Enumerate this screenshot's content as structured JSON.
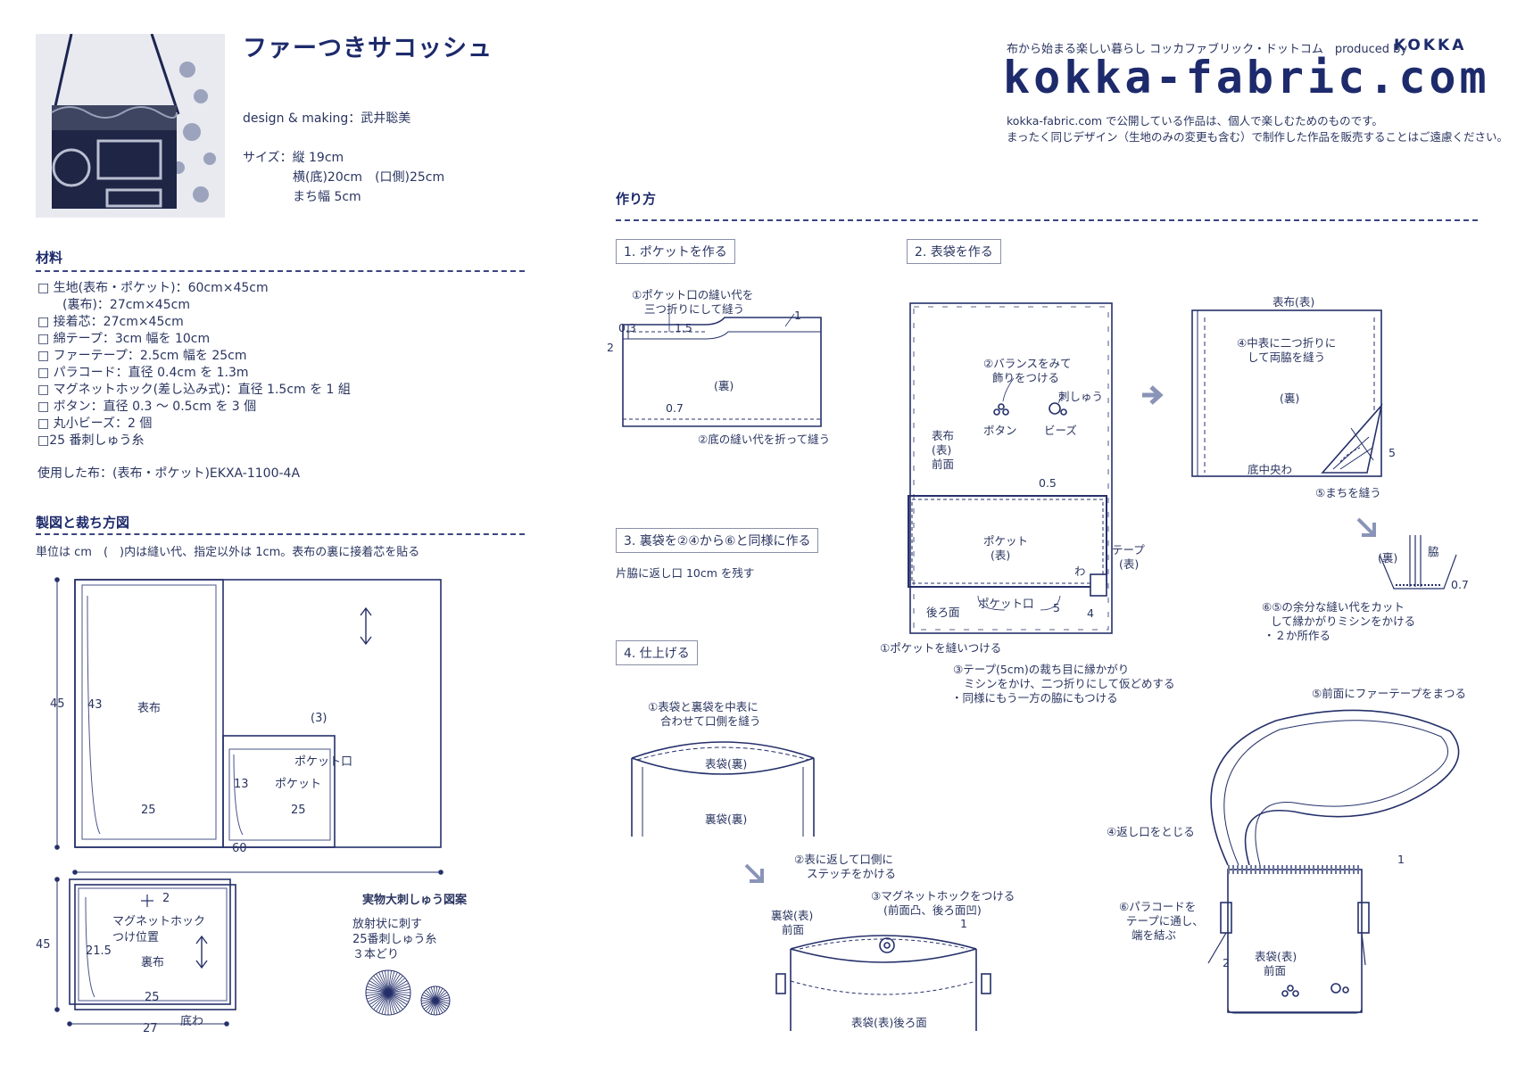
{
  "header": {
    "title": "ファーつきサコッシュ",
    "design": "design & making：武井聡美",
    "size_label": "サイズ：縦 19cm",
    "size_w": "横(底)20cm　(口側)25cm",
    "size_d": "まち幅 5cm"
  },
  "brand": {
    "tagline": "布から始まる楽しい暮らし コッカファブリック・ドットコム　produced by",
    "kokka": "KOKKA",
    "logo": "kokka-fabric.com",
    "notice1": "kokka-fabric.com で公開している作品は、個人で楽しむためのものです。",
    "notice2": "まったく同じデザイン（生地のみの変更も含む）で制作した作品を販売することはご遠慮ください。"
  },
  "materials": {
    "heading": "材料",
    "items": [
      "□ 生地(表布・ポケット)：60cm×45cm",
      "　　(裏布)：27cm×45cm",
      "□ 接着芯：27cm×45cm",
      "□ 綿テープ：3cm 幅を 10cm",
      "□ ファーテープ：2.5cm 幅を 25cm",
      "□ パラコード：直径 0.4cm を 1.3m",
      "□ マグネットホック(差し込み式)：直径 1.5cm を 1 組",
      "□ ボタン：直径 0.3 ～ 0.5cm を 3 個",
      "□ 丸小ビーズ：2 個",
      "□25 番刺しゅう糸"
    ],
    "fabric_used": "使用した布：(表布・ポケット)EKXA-1100-4A"
  },
  "pattern": {
    "heading": "製図と裁ち方図",
    "unit_note": "単位は cm　(　)内は縫い代、指定以外は 1cm。表布の裏に接着芯を貼る",
    "dim_45a": "45",
    "dim_43": "43",
    "omote": "表布",
    "dim_3": "(3)",
    "pocket_mouth": "ポケット口",
    "pocket": "ポケット",
    "dim_13": "13",
    "dim_25a": "25",
    "dim_25b": "25",
    "dim_60": "60",
    "dim_45b": "45",
    "dim_2": "2",
    "magnet": "マグネットホック",
    "magnet_pos": "つけ位置",
    "dim_215": "21.5",
    "ura": "裏布",
    "dim_25c": "25",
    "dim_27": "27",
    "soko_wa": "底わ",
    "emb_title": "実物大刺しゅう図案",
    "emb_1": "放射状に刺す",
    "emb_2": "25番刺しゅう糸",
    "emb_3": "３本どり"
  },
  "howto": {
    "heading": "作り方",
    "step1": "1. ポケットを作る",
    "s1_a": "①ポケット口の縫い代を",
    "s1_b": "三つ折りにして縫う",
    "s1_03": "0.3",
    "s1_15": "1.5",
    "s1_1": "1",
    "s1_2": "2",
    "s1_ura": "(裏)",
    "s1_07": "0.7",
    "s1_c": "②底の縫い代を折って縫う",
    "step2": "2. 表袋を作る",
    "s2_balance": "②バランスをみて",
    "s2_kazari": "飾りをつける",
    "s2_shishu": "刺しゅう",
    "s2_button": "ボタン",
    "s2_beads": "ビーズ",
    "s2_omote1": "表布",
    "s2_omote2": "(表)",
    "s2_omote3": "前面",
    "s2_05": "0.5",
    "s2_pocket1": "ポケット",
    "s2_pocket2": "(表)",
    "s2_tape1": "テープ",
    "s2_tape2": "(表)",
    "s2_wa": "わ",
    "s2_ushiro": "後ろ面",
    "s2_pmouth": "ポケット口",
    "s2_5": "5",
    "s2_4": "4",
    "s2_sew": "①ポケットを縫いつける",
    "s2_t1": "③テープ(5cm)の裁ち目に縁かがり",
    "s2_t2": "ミシンをかけ、二つ折りにして仮どめする",
    "s2_t3": "・同様にもう一方の脇にもつける",
    "s2_r_omote": "表布(表)",
    "s2_r_a": "④中表に二つ折りに",
    "s2_r_b": "して両脇を縫う",
    "s2_r_ura": "(裏)",
    "s2_r_5": "5",
    "s2_r_soko": "底中央わ",
    "s2_r_machi": "⑤まちを縫う",
    "s2_r_ura2": "(裏)",
    "s2_r_waki": "脇",
    "s2_r_07": "0.7",
    "s2_r_c1": "⑥⑤の余分な縫い代をカット",
    "s2_r_c2": "して縁かがりミシンをかける",
    "s2_r_c3": "・２か所作る",
    "step3": "3. 裏袋を②④から⑥と同様に作る",
    "s3_note": "片脇に返し口 10cm を残す",
    "step4": "4. 仕上げる",
    "s4_a": "①表袋と裏袋を中表に",
    "s4_b": "合わせて口側を縫う",
    "s4_omote_ura": "表袋(裏)",
    "s4_ura_ura": "裏袋(裏)",
    "s4_c1": "②表に返して口側に",
    "s4_c2": "ステッチをかける",
    "s4_m1": "③マグネットホックをつける",
    "s4_m2": "(前面凸、後ろ面凹)",
    "s4_urafukuro": "裏袋(表)",
    "s4_zenmen": "前面",
    "s4_1": "1",
    "s4_omote_ushiro": "表袋(表)後ろ面",
    "s4_fur": "⑤前面にファーテープをまつる",
    "s4_close": "④返し口をとじる",
    "s4_1b": "1",
    "s4_para1": "⑥パラコードを",
    "s4_para2": "テープに通し、",
    "s4_para3": "端を結ぶ",
    "s4_2": "2",
    "s4_final1": "表袋(表)",
    "s4_final2": "前面"
  },
  "colors": {
    "ink": "#1d2a6b",
    "line": "#25306a",
    "arrow": "#8a94b8"
  }
}
